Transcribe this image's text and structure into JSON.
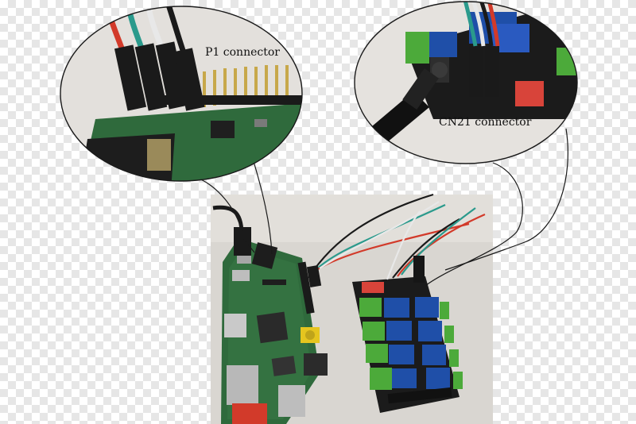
{
  "callouts": {
    "p1": {
      "label": "P1 connector"
    },
    "cn21": {
      "label": "CN21 connector"
    }
  },
  "colors": {
    "photo_background": "#d9d6d1",
    "pcb_green": "#2f6a3c",
    "relay_blue": "#1f4fa8",
    "terminal_green": "#4caa3a",
    "dip_red": "#d8443a",
    "wire_red": "#d23a2a",
    "wire_teal": "#2a9a8c",
    "wire_black": "#1a1a1a",
    "wire_white": "#e8e8e8"
  },
  "icons": {
    "p1_zoom": "magnifier-callout",
    "cn21_zoom": "magnifier-callout"
  }
}
